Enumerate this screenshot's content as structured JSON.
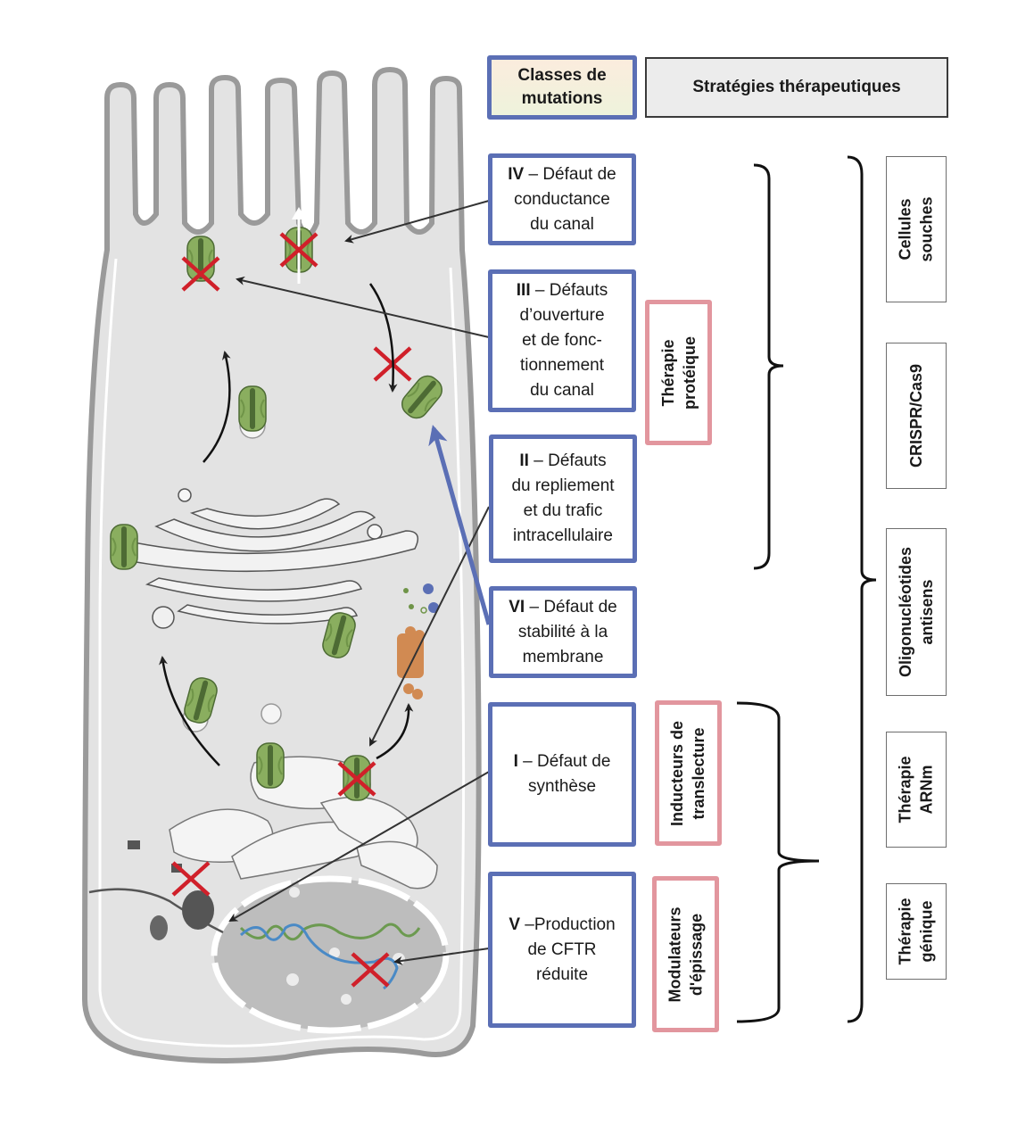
{
  "header": {
    "classes_label_line1": "Classes de",
    "classes_label_line2": "mutations",
    "strategies_label": "Stratégies thérapeutiques"
  },
  "mutation_classes": [
    {
      "id": "IV",
      "numeral": "IV",
      "lines": [
        "– Défaut de",
        "conductance",
        "du canal"
      ]
    },
    {
      "id": "III",
      "numeral": "III",
      "lines": [
        "– Défauts",
        "d’ouverture",
        "et de fonc-",
        "tionnement",
        "du canal"
      ]
    },
    {
      "id": "II",
      "numeral": "II",
      "lines": [
        "– Défauts",
        "du repliement",
        "et du trafic",
        "intracellulaire"
      ]
    },
    {
      "id": "VI",
      "numeral": "VI",
      "lines": [
        "– Défaut de",
        "stabilité à la",
        "membrane"
      ]
    },
    {
      "id": "I",
      "numeral": "I",
      "lines": [
        "– Défaut de",
        "synthèse"
      ]
    },
    {
      "id": "V",
      "numeral": "V",
      "lines": [
        "–Production",
        "de CFTR",
        "réduite"
      ]
    }
  ],
  "targeted_strategies": [
    {
      "lines": [
        "Thérapie",
        "protéique"
      ]
    },
    {
      "lines": [
        "Inducteurs de",
        "translecture"
      ]
    },
    {
      "lines": [
        "Modulateurs",
        "d'épissage"
      ]
    }
  ],
  "general_strategies": [
    {
      "lines": [
        "Cellules",
        "souches"
      ]
    },
    {
      "lines": [
        "CRISPR/Cas9"
      ]
    },
    {
      "lines": [
        "Oligonucléotides",
        "antisens"
      ]
    },
    {
      "lines": [
        "Thérapie",
        "ARNm"
      ]
    },
    {
      "lines": [
        "Thérapie",
        "génique"
      ]
    }
  ],
  "colors": {
    "mutation_border": "#5b6fb5",
    "targeted_border": "#e2969e",
    "general_border": "#6e6e6e",
    "cell_fill": "#e3e3e3",
    "cell_outline": "#9a9a9a",
    "channel_green": "#8aae5f",
    "defect_cross": "#d0202a",
    "proteasome": "#d18a52"
  }
}
